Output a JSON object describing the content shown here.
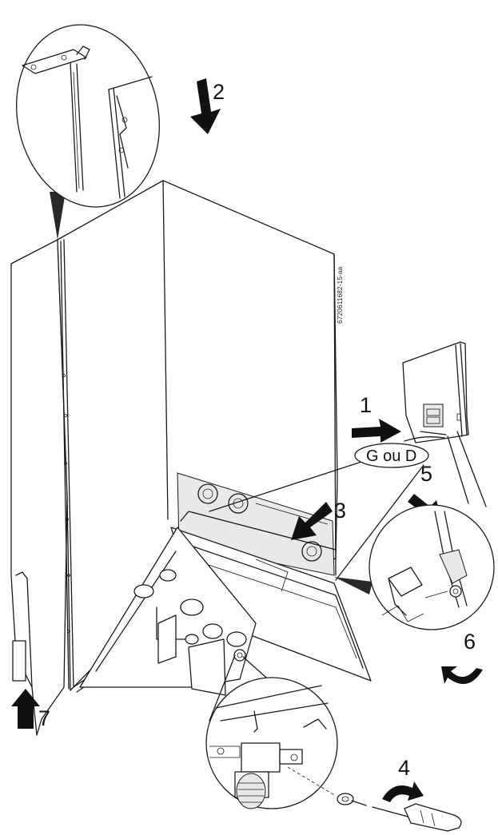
{
  "figure": {
    "reference_code": "6720611682-15-aa",
    "callout": "G ou D",
    "steps": [
      {
        "label": "1",
        "action": "arrow-right",
        "arrow_color": "#111111"
      },
      {
        "label": "2",
        "action": "arrow-down",
        "arrow_color": "#111111"
      },
      {
        "label": "3",
        "action": "arrow-down-left",
        "arrow_color": "#111111"
      },
      {
        "label": "4",
        "action": "rotate-screwdriver",
        "arrow_color": "#111111"
      },
      {
        "label": "5",
        "action": "arrow-down-right",
        "arrow_color": "#111111"
      },
      {
        "label": "6",
        "action": "rotate-arrow",
        "arrow_color": "#111111"
      },
      {
        "label": "7",
        "action": "arrow-up",
        "arrow_color": "#111111"
      }
    ],
    "icons": [
      "arrow-icon",
      "rotate-arrow-icon",
      "screwdriver-icon",
      "magnifier-circle"
    ]
  }
}
